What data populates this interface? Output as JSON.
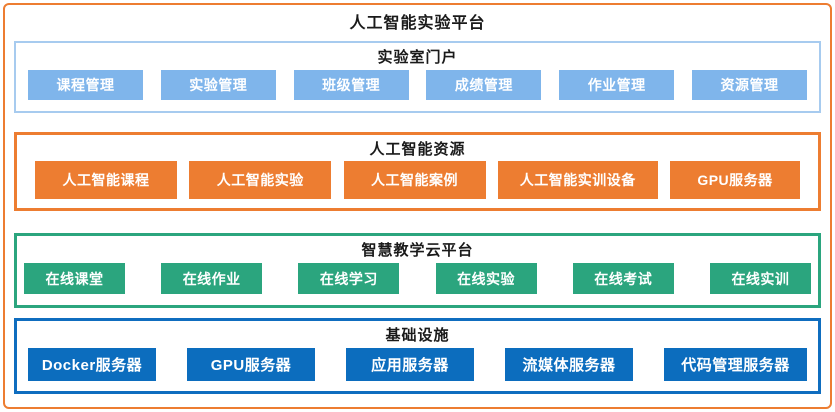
{
  "title": "人工智能实验平台",
  "colors": {
    "outer_border": "#ED7D31",
    "portal_fill": "#7FB5EB",
    "portal_border": "#A7CBEF",
    "resource_fill": "#ED7D31",
    "cloud_fill": "#2BA57E",
    "infra_fill": "#0C6DBE",
    "block_text": "#FFFFFF",
    "title_text": "#1A1A1A"
  },
  "sections": [
    {
      "title": "实验室门户",
      "items": [
        "课程管理",
        "实验管理",
        "班级管理",
        "成绩管理",
        "作业管理",
        "资源管理"
      ]
    },
    {
      "title": "人工智能资源",
      "items": [
        "人工智能课程",
        "人工智能实验",
        "人工智能案例",
        "人工智能实训设备",
        "GPU服务器"
      ]
    },
    {
      "title": "智慧教学云平台",
      "items": [
        "在线课堂",
        "在线作业",
        "在线学习",
        "在线实验",
        "在线考试",
        "在线实训"
      ]
    },
    {
      "title": "基础设施",
      "items": [
        "Docker服务器",
        "GPU服务器",
        "应用服务器",
        "流媒体服务器",
        "代码管理服务器"
      ]
    }
  ]
}
